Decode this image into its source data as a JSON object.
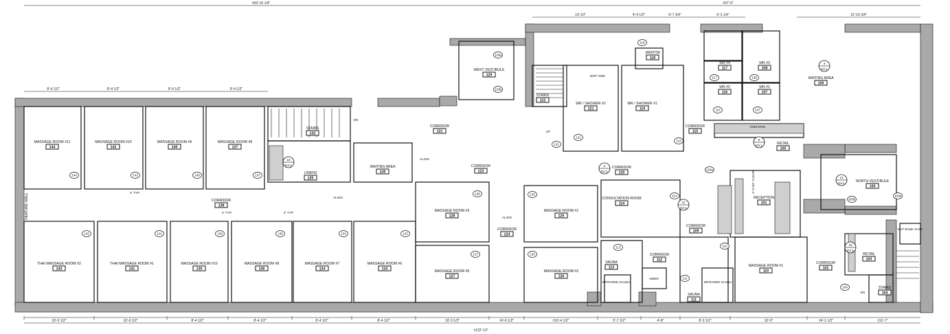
{
  "colors": {
    "wall": "#a9a9a9",
    "line": "#111111",
    "hatch": "#cfcfcf",
    "background": "#ffffff"
  },
  "overall_dims": {
    "top_left": "±59'-10 1/4\"",
    "top_right": "±57'-0\"",
    "bottom": "±122'-10\""
  },
  "top_dims": [
    "8'-4 1/2\"",
    "8'-4 1/2\"",
    "8'-4 1/2\"",
    "8'-4 1/2\"",
    "19'-10\"",
    "4'-4 1/2\"",
    "6'-7 3/4\"",
    "6'-3 1/4\"",
    "15'-10 3/4\""
  ],
  "bottom_dims": [
    "10'-0 1/2\"",
    "10'-0 1/2\"",
    "8'-4 1/2\"",
    "8'-4 1/2\"",
    "8'-4 1/2\"",
    "8'-4 1/2\"",
    "10'-3 1/2\"",
    "±4'-6 1/2\"",
    "±10'-4 1/2\"",
    "5'-7 1/2\"",
    "4'-8\"",
    "8'-3 1/2\"",
    "10'-0\"",
    "±4'-1 1/2\"",
    "±11'-7\""
  ],
  "annotations": {
    "feature_wall": "FEATURE WALL",
    "align": "ALIGN",
    "typ": "4\" TYP",
    "dn": "DN",
    "up": "UP",
    "clear": "4'-3 3/4\" CLEAR",
    "shelving": "SHELVING"
  },
  "rooms": [
    {
      "name": "MASSAGE ROOM #11",
      "number": "144"
    },
    {
      "name": "MASSAGE ROOM #10",
      "number": "142"
    },
    {
      "name": "MASSAGE ROOM #9",
      "number": "140"
    },
    {
      "name": "MASSAGE ROOM #8",
      "number": "137"
    },
    {
      "name": "THAI MASSAGE ROOM #2",
      "number": "143"
    },
    {
      "name": "THAI MASSAGE ROOM #1",
      "number": "141"
    },
    {
      "name": "MASSAGE ROOM #10",
      "number": "139"
    },
    {
      "name": "MASSAGE ROOM #8",
      "number": "136"
    },
    {
      "name": "MASSAGE ROOM #7",
      "number": "134"
    },
    {
      "name": "MASSAGE ROOM #6",
      "number": "133"
    },
    {
      "name": "CORRIDOR",
      "number": "138"
    },
    {
      "name": "STAIRS",
      "number": "132"
    },
    {
      "name": "LINENS",
      "number": "135"
    },
    {
      "name": "WAITING AREA",
      "number": "130"
    },
    {
      "name": "CORRIDOR",
      "number": "131"
    },
    {
      "name": "CORRIDOR",
      "number": "123"
    },
    {
      "name": "MASSAGE ROOM #3",
      "number": "128"
    },
    {
      "name": "MASSAGE ROOM #5",
      "number": "127"
    },
    {
      "name": "CORRIDOR",
      "number": "124"
    },
    {
      "name": "MASSAGE ROOM #1",
      "number": "125"
    },
    {
      "name": "MASSAGE ROOM #2",
      "number": "126"
    },
    {
      "name": "WEST VESTIBULE",
      "number": "129"
    },
    {
      "name": "STAIRS",
      "number": "122"
    },
    {
      "name": "JANITOR",
      "number": "118"
    },
    {
      "name": "WR / SHOWER #2",
      "number": "121"
    },
    {
      "name": "WR / SHOWER #1",
      "number": "119"
    },
    {
      "name": "CORRIDOR",
      "number": "120"
    },
    {
      "name": "CORRIDOR",
      "number": "115"
    },
    {
      "name": "WR #4",
      "number": "117"
    },
    {
      "name": "WR #3",
      "number": "108"
    },
    {
      "name": "WR #2",
      "number": "116"
    },
    {
      "name": "WR #1",
      "number": "107"
    },
    {
      "name": "WAITING AREA",
      "number": "106"
    },
    {
      "name": "RETAIL",
      "number": "105"
    },
    {
      "name": "CONSULTATION ROOM",
      "number": "114"
    },
    {
      "name": "CORRIDOR",
      "number": "109"
    },
    {
      "name": "RECEPTION",
      "number": "101"
    },
    {
      "name": "NORTH VESTIBULE",
      "number": "100"
    },
    {
      "name": "SAUNA",
      "number": "113"
    },
    {
      "name": "CORRIDOR",
      "number": "112"
    },
    {
      "name": "SAUNA",
      "number": "111"
    },
    {
      "name": "MASSAGE ROOM #1",
      "number": "110"
    },
    {
      "name": "CORRIDOR",
      "number": "102"
    },
    {
      "name": "RETAIL",
      "number": "103"
    },
    {
      "name": "STAIRS",
      "number": "104"
    }
  ],
  "fixtures": [
    "INFRARED SAUNA",
    "INFRARED SAUNA",
    "VIBER",
    "OUT BANK SAFE",
    "MOP SINK"
  ],
  "door_tags": [
    "144",
    "142",
    "140",
    "137",
    "143",
    "141",
    "139",
    "136",
    "134",
    "133",
    "128",
    "127",
    "125",
    "126",
    "129a",
    "129b",
    "131",
    "121",
    "119",
    "118",
    "117",
    "108",
    "116",
    "107",
    "120a",
    "114",
    "113",
    "111",
    "110",
    "100a",
    "100b",
    "104"
  ],
  "section_markers": [
    {
      "num": "3",
      "sheet": "D2.1"
    },
    {
      "num": "2",
      "sheet": "D2.1"
    },
    {
      "num": "13",
      "sheet": "D4.1"
    },
    {
      "num": "12",
      "sheet": "D4.1"
    },
    {
      "num": "9",
      "sheet": "D4.1"
    },
    {
      "num": "10",
      "sheet": "D4.1"
    },
    {
      "num": "18",
      "sheet": "D4.1"
    }
  ]
}
